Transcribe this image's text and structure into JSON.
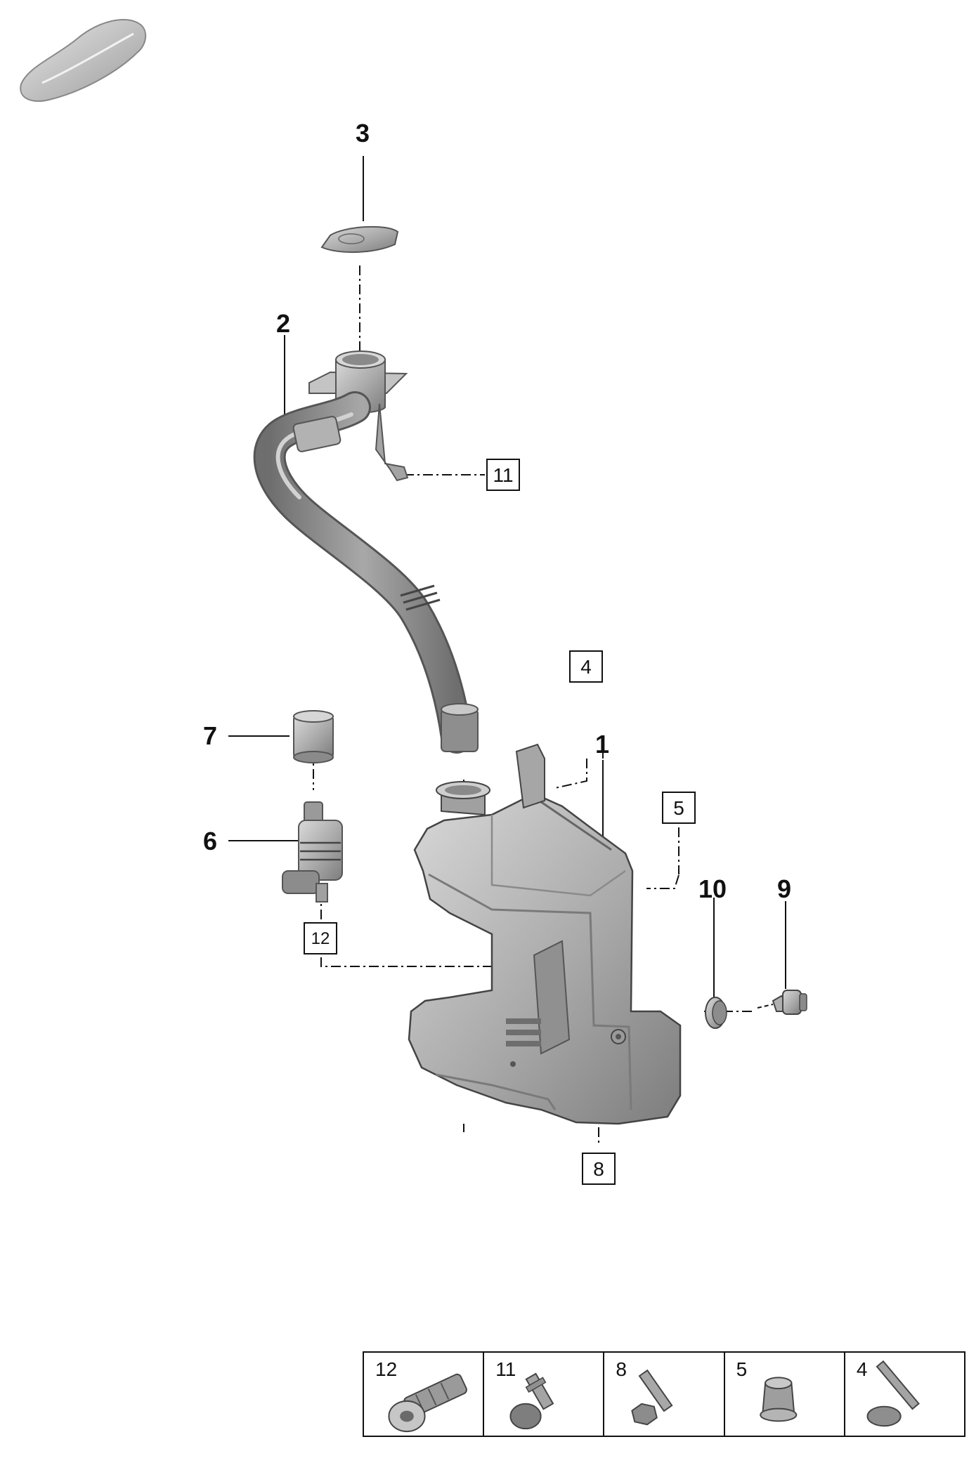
{
  "callouts": {
    "c1": "1",
    "c2": "2",
    "c3": "3",
    "c6": "6",
    "c7": "7",
    "c9": "9",
    "c10": "10"
  },
  "boxed_refs": {
    "r4": "4",
    "r5": "5",
    "r8": "8",
    "r11": "11",
    "r12": "12"
  },
  "legend": {
    "items": [
      {
        "number": "12",
        "part": "expanding-nut"
      },
      {
        "number": "11",
        "part": "clip-rivet"
      },
      {
        "number": "8",
        "part": "hex-flange-bolt"
      },
      {
        "number": "5",
        "part": "grommet-nut"
      },
      {
        "number": "4",
        "part": "long-bolt"
      }
    ]
  },
  "colors": {
    "part_fill": "#b8b8b8",
    "part_dark": "#7a7a7a",
    "part_light": "#dedede",
    "line": "#111111"
  }
}
